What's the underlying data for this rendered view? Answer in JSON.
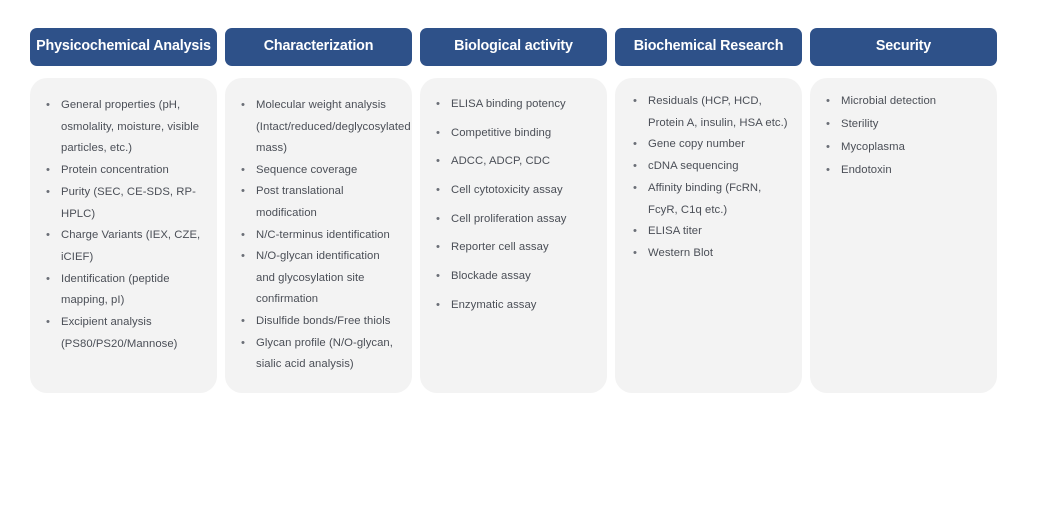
{
  "board": {
    "columns": [
      {
        "header": "Physicochemical Analysis",
        "items": [
          "General properties (pH, osmolality, moisture, visible particles, etc.)",
          "Protein concentration",
          "Purity (SEC,  CE-SDS, RP-HPLC)",
          "Charge Variants (IEX, CZE, iCIEF)",
          "Identification (peptide mapping, pI)",
          "Excipient analysis (PS80/PS20/Mannose)"
        ]
      },
      {
        "header": "Characterization",
        "items": [
          "Molecular weight analysis (Intact/reduced/deglycosylated mass)",
          "Sequence coverage",
          "Post translational modification",
          "N/C-terminus identification",
          "N/O-glycan identification and glycosylation site confirmation",
          "Disulfide bonds/Free thiols",
          "Glycan profile (N/O-glycan, sialic acid analysis)"
        ]
      },
      {
        "header": "Biological activity",
        "items": [
          "ELISA binding potency",
          "Competitive binding",
          "ADCC, ADCP, CDC",
          "Cell cytotoxicity assay",
          "Cell proliferation assay",
          "Reporter cell assay",
          "Blockade assay",
          "Enzymatic assay"
        ]
      },
      {
        "header": "Biochemical Research",
        "items": [
          "Residuals (HCP, HCD, Protein A, insulin, HSA etc.)",
          "Gene copy number",
          "cDNA sequencing",
          "Affinity binding (FcRN, FcyR, C1q etc.)",
          "ELISA titer",
          "Western Blot"
        ]
      },
      {
        "header": "Security",
        "items": [
          "Microbial detection",
          "Sterility",
          "Mycoplasma",
          "Endotoxin"
        ]
      }
    ],
    "bullet_glyph": "•",
    "colors": {
      "header_blue": "#2E5189",
      "header_text": "#FFFFFF",
      "card_background": "#F3F3F3",
      "body_text": "#4B4F57",
      "page_background": "#FFFFFF"
    }
  }
}
